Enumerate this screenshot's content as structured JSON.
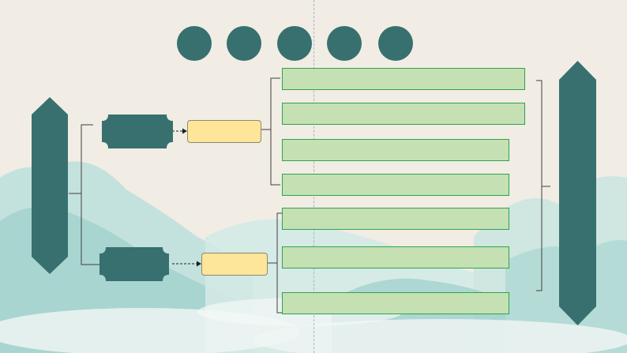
{
  "colors": {
    "background": "#f1ede4",
    "accent_dark_teal": "#37706f",
    "tag_yellow": "#fde59a",
    "box_green_fill": "#c5e0b3",
    "box_green_border": "#2ea44f",
    "bracket_line": "#404040",
    "mountain_teal": "#a9d6d2"
  },
  "decor": {
    "top_circles": [
      "circle-1",
      "circle-2",
      "circle-3",
      "circle-4",
      "circle-5"
    ]
  },
  "nodes": {
    "left_banner": "",
    "right_banner": "",
    "tab_top": "",
    "tab_bottom": "",
    "yellow_top": "",
    "yellow_bottom": "",
    "green_boxes": [
      "",
      "",
      "",
      "",
      "",
      "",
      ""
    ]
  }
}
